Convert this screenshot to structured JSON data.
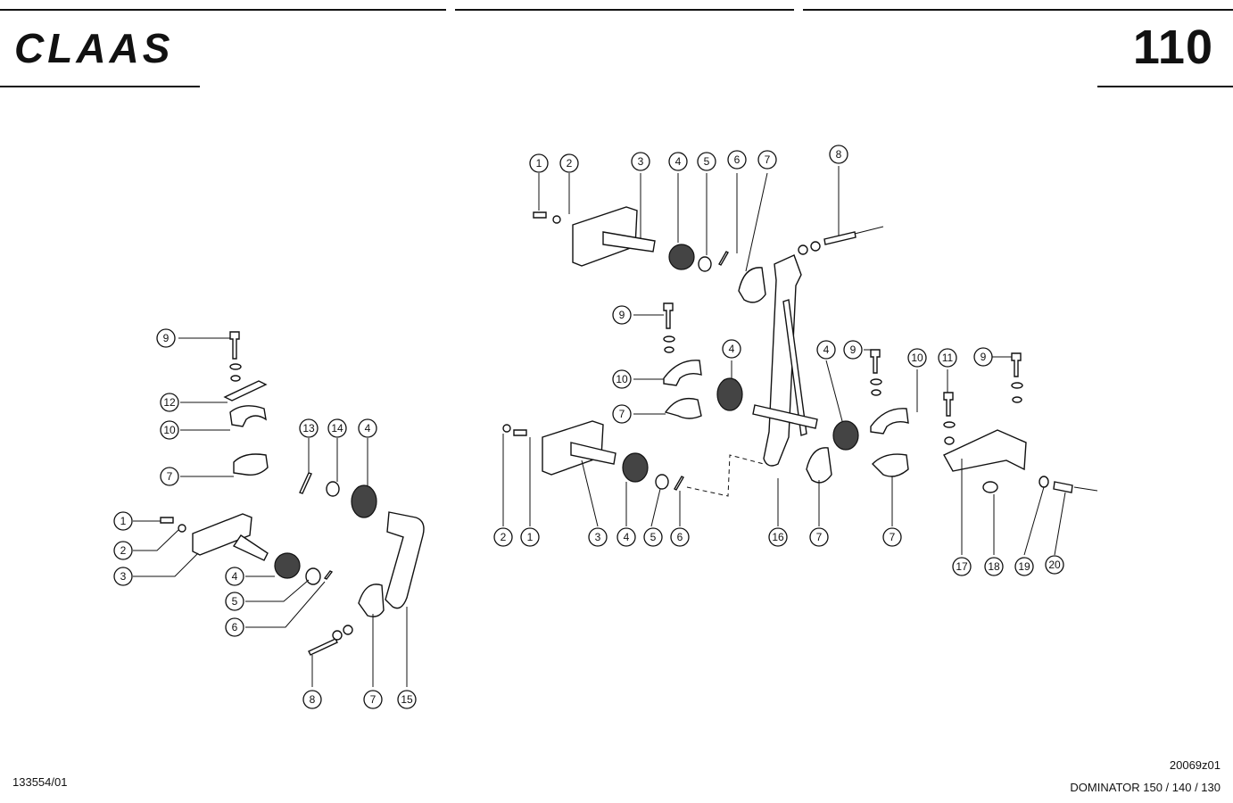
{
  "header": {
    "brand": "CLAAS",
    "page_number": "110"
  },
  "footer": {
    "document_number": "133554/01",
    "figure_code": "20069z01",
    "model": "DOMINATOR 150 / 140 / 130"
  },
  "callouts": {
    "left_group": [
      "9",
      "12",
      "10",
      "7",
      "13",
      "14",
      "4",
      "1",
      "2",
      "3",
      "4",
      "5",
      "6",
      "8",
      "7",
      "15"
    ],
    "top_right_group": [
      "1",
      "2",
      "3",
      "4",
      "5",
      "6",
      "7",
      "8"
    ],
    "mid_right_group": [
      "9",
      "10",
      "7",
      "4",
      "4",
      "9",
      "10",
      "11",
      "9"
    ],
    "bottom_right_group": [
      "2",
      "1",
      "3",
      "4",
      "5",
      "6",
      "16",
      "7",
      "7",
      "17",
      "18",
      "19",
      "20"
    ]
  }
}
